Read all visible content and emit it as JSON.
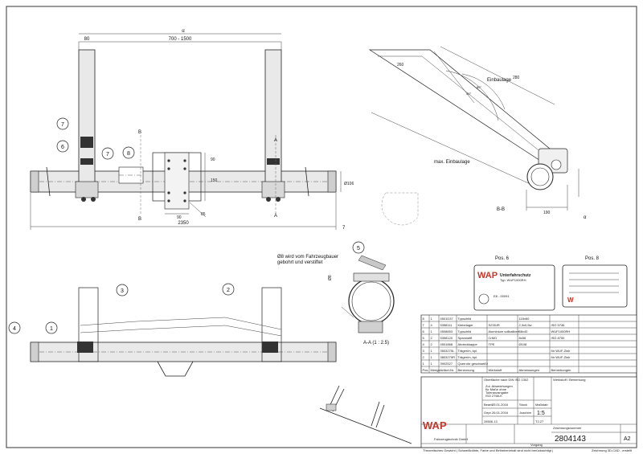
{
  "main_view": {
    "dim_top_width": "700 - 1500",
    "dim_left": "80",
    "dim_length": "2350",
    "dim_height_90": "90",
    "dim_150": "150",
    "dim_90": "90",
    "dim_height_106": "Ø106",
    "dim_85": "85",
    "label_a": "A",
    "label_b": "B",
    "label_alpha": "α",
    "cut_marks": "7",
    "balloons": [
      "7",
      "6",
      "7",
      "8"
    ]
  },
  "side_view": {
    "label_einbaulage": "Einbaulage",
    "label_max_einbaulage": "max. Einbaulage",
    "dim_260": "260",
    "dim_280": "280",
    "dim_angle_1": "40°",
    "dim_angle_2": "80°",
    "dim_190": "190",
    "section_label": "B-B",
    "alpha": "α"
  },
  "note": {
    "text_line1": "Ø8 wird vom Fahrzeugbauer",
    "text_line2": "gebohrt und verstiftet",
    "dim_8": "Ø8",
    "section_label": "A-A (1 : 2.5)",
    "balloon": "5"
  },
  "pos_labels": {
    "pos6": "Pos. 6",
    "pos8": "Pos. 8"
  },
  "plate6": {
    "title": "Unterfahrschutz",
    "type": "Typ: WUF1000RH",
    "ece": "E8 - 00091",
    "brand": "WAP"
  },
  "bottom_view": {
    "balloons": [
      "3",
      "2",
      "4",
      "1"
    ]
  },
  "parts_table": {
    "rows": [
      [
        "8",
        "1",
        "4501D37",
        "Typschild",
        "",
        "118x60",
        ""
      ],
      [
        "7",
        "4",
        "5358111",
        "Klebelager",
        "S235JR",
        "2,3x0,5w",
        "ISO 5746"
      ],
      [
        "6",
        "1",
        "4508853",
        "Typschild",
        "Aluminium vollkalibert",
        "58x40",
        "WUF1000RH"
      ],
      [
        "5",
        "2",
        "5358120",
        "Spannstift",
        "CrMO",
        "8x56",
        "ISO 8750"
      ],
      [
        "4",
        "2",
        "4501868",
        "Abdeckkappe",
        "TPE",
        "Ø108",
        ""
      ],
      [
        "3",
        "1",
        "3503275L",
        "Träger/m, kpl.",
        "",
        "",
        "für WUF-Zink"
      ],
      [
        "2",
        "1",
        "3803275R",
        "Träger/m, kpl.",
        "",
        "",
        "für WUF-Zink"
      ],
      [
        "1",
        "1",
        "3902527",
        "Querrohr geschweißt",
        "",
        "",
        ""
      ]
    ],
    "headers": [
      "Pos.",
      "Menge",
      "Artikel-Nr.",
      "Benennung",
      "Werkstoff",
      "Abmessungen",
      "Bemerkungen"
    ]
  },
  "title_block": {
    "surface": "Oberfläche nach DIN ISO 1302",
    "tolerances_1": "Zul. Abweichungen",
    "tolerances_2": "für Maße ohne",
    "tolerances_3": "Toleranzangabe",
    "tolerances_4": "ISO 2768-K",
    "werkstoff": "Werkstoff / Bemerkung",
    "scale_label": "Maßstab",
    "scale": "1:5",
    "format_label": "Format",
    "drawing_no_label": "Zeichnungsnummer",
    "drawing_no": "2804143",
    "sheet_format": "A2",
    "bearb": "Bearb.",
    "gepr": "Gepr.",
    "date_1": "25.01.2016",
    "date_2": "26.01.2016",
    "name_1": "Stock",
    "name_2": "Joachim",
    "rev": "28506.13",
    "rev2": "T2.27",
    "company_sub": "Fahrzeugtechnik GmbH",
    "company": "WAP",
    "footer_left": "Theoretisches Gewicht | Schweißnähte, Farbe und Beiheberinhalt sind nicht berücksichtigt |",
    "footer_right": "Zeichnung 3D-CAD - erstellt",
    "vorgang": "Vorgang"
  }
}
